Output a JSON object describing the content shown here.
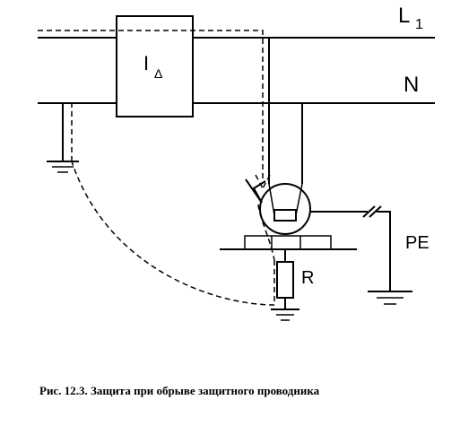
{
  "labels": {
    "line_l": "L",
    "line_l_sub": "1",
    "neutral": "N",
    "rcd": "I",
    "rcd_sub": "Δ",
    "pe": "PE",
    "resistor": "R"
  },
  "caption": "Рис. 12.3. Защита при обрыве защитного проводника"
}
